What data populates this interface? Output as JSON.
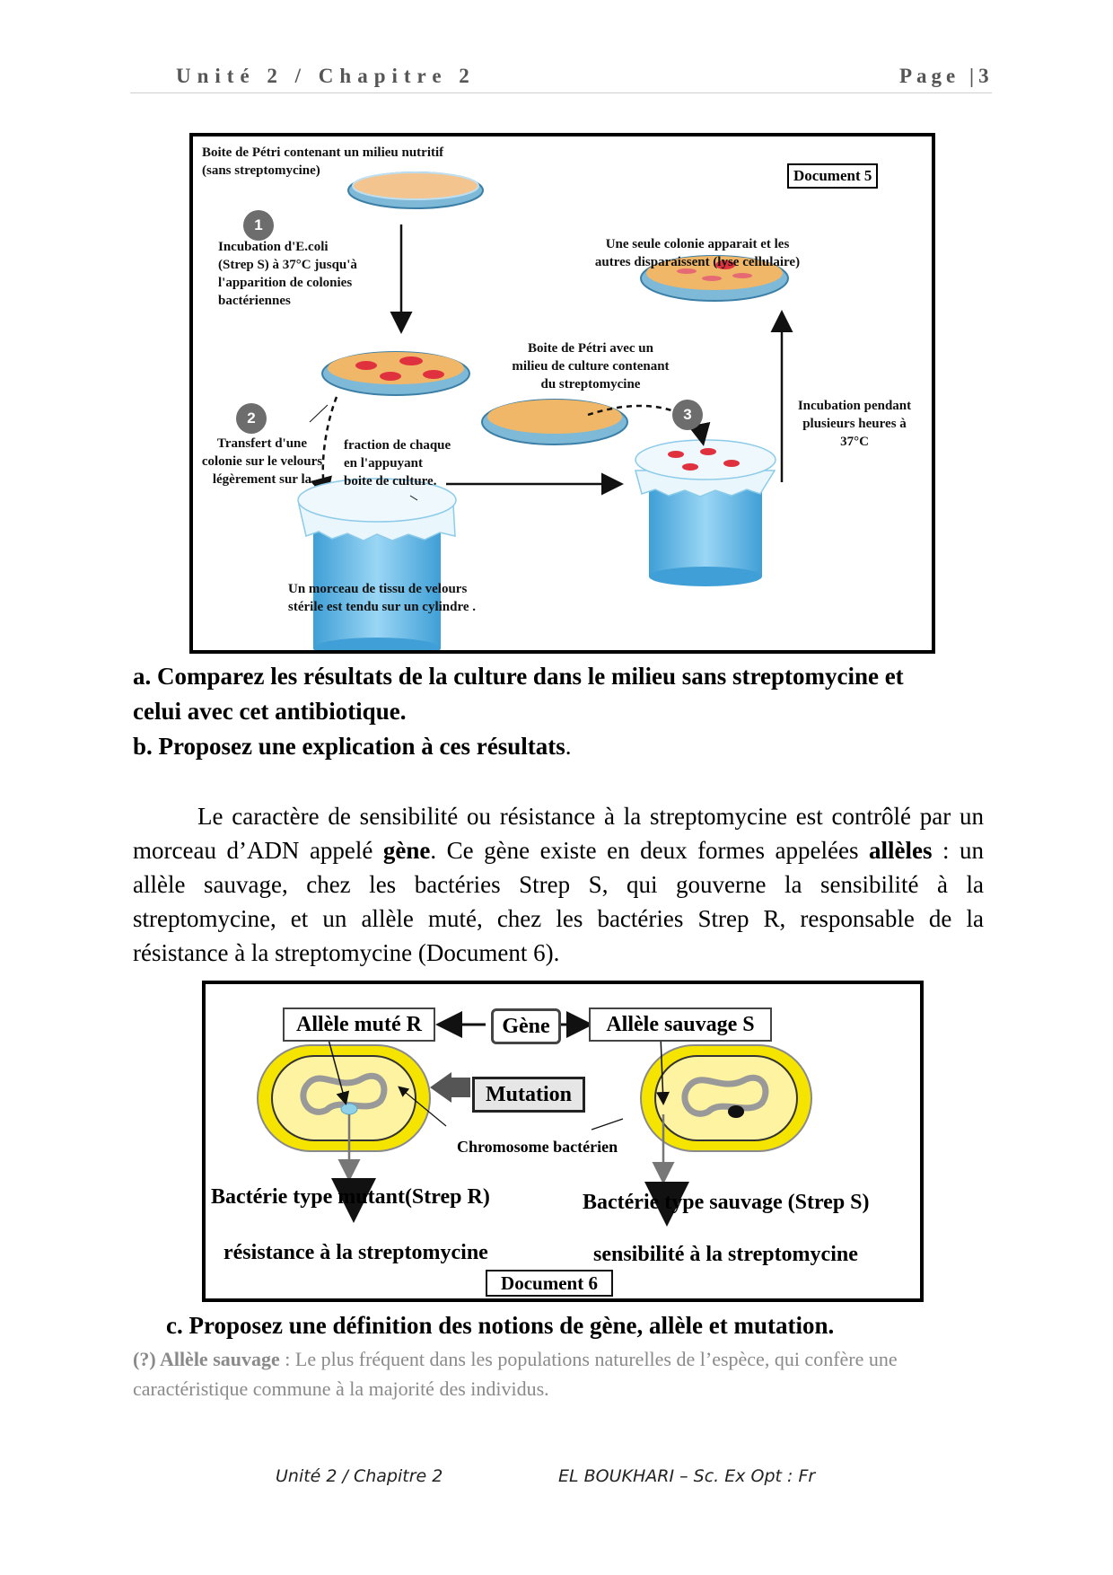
{
  "header": {
    "left": "Unité 2 / Chapitre 2",
    "right": "Page |3"
  },
  "doc5": {
    "tag": "Document 5",
    "petri_top": "Boite de Pétri contenant un milieu nutritif\n(sans streptomycine)",
    "step1": "1",
    "step1_text": "Incubation d'E.coli\n(Strep S) à 37°C jusqu'à\nl'apparition de colonies\nbactériennes",
    "step2": "2",
    "step2_left": "Transfert d'une\ncolonie sur le velours\nlégèrement sur la",
    "step2_right": "fraction de chaque\nen l'appuyant\nboite de culture.",
    "velvet": "Un morceau de tissu de velours\nstérile est tendu sur un cylindre .",
    "petri_strep": "Boite de Pétri avec un\nmilieu de culture contenant\ndu streptomycine",
    "step3": "3",
    "step3_text": "Incubation pendant\nplusieurs heures à\n37°C",
    "result": "Une seule colonie apparait et les\nautres disparaissent (lyse cellulaire)"
  },
  "questions": {
    "a_line1": "a. Comparez les résultats de la culture dans le milieu sans streptomycine et",
    "a_line2": "celui avec cet antibiotique.",
    "b": "b. Proposez une explication à ces résultats",
    "b_end": "."
  },
  "paragraph": {
    "p1": "Le caractère de sensibilité ou résistance à la streptomycine est contrôlé par un morceau d’ADN appelé ",
    "gene": "gène",
    "p2": ". Ce gène existe en deux formes appelées ",
    "alleles": "allèles",
    "p3": " : un allèle sauvage, chez les bactéries Strep S, qui gouverne la sensibilité à la streptomycine, et un allèle muté, chez les bactéries Strep R, responsable de la résistance à la streptomycine (Document 6)."
  },
  "doc6": {
    "mute": "Allèle muté R",
    "gene": "Gène",
    "sauvage": "Allèle sauvage S",
    "mutation": "Mutation",
    "chromosome": "Chromosome bactérien",
    "bact_mutant": "Bactérie type mutant(Strep R)",
    "bact_sauvage": "Bactérie type sauvage (Strep S)",
    "resistance": "résistance à la streptomycine",
    "sensibilite": "sensibilité à la streptomycine",
    "tag": "Document 6"
  },
  "question_c": "c. Proposez une définition des notions de gène, allèle et mutation.",
  "note": {
    "mark": "(?) Allèle sauvage",
    "text": " : Le plus fréquent dans les populations naturelles de l’espèce, qui confère une caractéristique commune à la majorité des individus."
  },
  "footer": {
    "left": "Unité 2 / Chapitre 2",
    "right": "EL BOUKHARI – Sc. Ex Opt : Fr"
  },
  "colors": {
    "dish_medium": "#f0b768",
    "colony": "#e0313f",
    "velvet_blue": "#5fb6e6",
    "bact_yellow": "#f5e400"
  }
}
